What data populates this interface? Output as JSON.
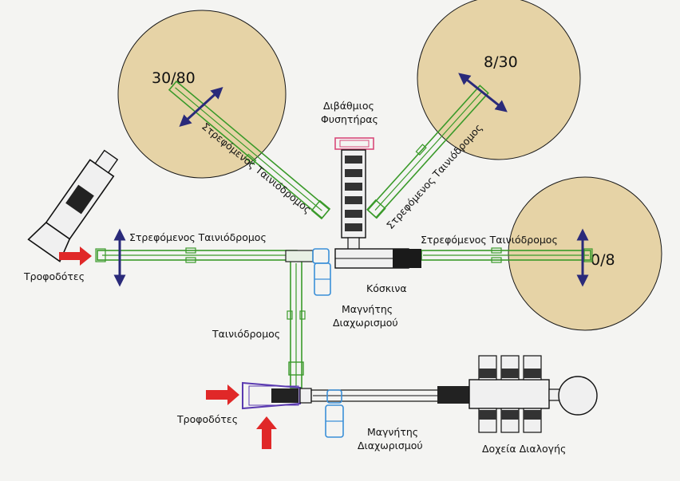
{
  "piles": {
    "left": "30/80",
    "right_top": "8/30",
    "right": "0/8"
  },
  "labels": {
    "blower_line1": "Διβάθμιος",
    "blower_line2": "Φυσητήρας",
    "rotating_conveyor_left": "Στρεφόμενος Ταινιόδρομος",
    "rotating_conveyor_right": "Στρεφόμενος Ταινιόδρομος",
    "rotating_conveyor_main": "Στρεφόμενος Ταινιόδρομος",
    "rotating_conveyor_east": "Στρεφόμενος Ταινιόδρομος",
    "feeders_top": "Τροφοδότες",
    "feeders_bottom": "Τροφοδότες",
    "screens": "Κόσκινα",
    "magnet1_line1": "Μαγνήτης",
    "magnet1_line2": "Διαχωρισμού",
    "conveyor": "Ταινιόδρομος",
    "magnet2_line1": "Μαγνήτης",
    "magnet2_line2": "Διαχωρισμού",
    "sorting_bins": "Δοχεία Διαλογής"
  },
  "colors": {
    "pile": "#e6d3a6",
    "belt": "#3a9a2a",
    "arrow_red": "#e02828",
    "arrow_blue": "#2a2a7a",
    "magnet": "#3a8fd8",
    "blower": "#d84a7a",
    "feeder": "#5a3ab0"
  }
}
